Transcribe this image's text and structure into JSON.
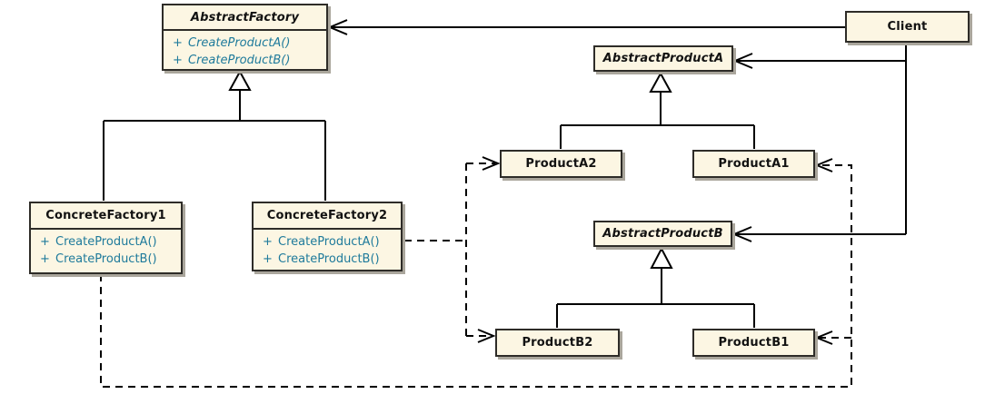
{
  "diagram_type": "uml-class-diagram",
  "colors": {
    "background": "#ffffff",
    "box_fill": "#fcf6e3",
    "box_border": "#2e2c28",
    "method_text": "#1e7a9b",
    "connector": "#000000"
  },
  "classes": {
    "abstract_factory": {
      "name": "AbstractFactory",
      "stereotype": "abstract",
      "methods": [
        {
          "visibility": "+",
          "signature": "CreateProductA()"
        },
        {
          "visibility": "+",
          "signature": "CreateProductB()"
        }
      ]
    },
    "client": {
      "name": "Client"
    },
    "abstract_product_a": {
      "name": "AbstractProductA",
      "stereotype": "abstract"
    },
    "product_a2": {
      "name": "ProductA2"
    },
    "product_a1": {
      "name": "ProductA1"
    },
    "abstract_product_b": {
      "name": "AbstractProductB",
      "stereotype": "abstract"
    },
    "concrete_factory_1": {
      "name": "ConcreteFactory1",
      "methods": [
        {
          "visibility": "+",
          "signature": "CreateProductA()"
        },
        {
          "visibility": "+",
          "signature": "CreateProductB()"
        }
      ]
    },
    "concrete_factory_2": {
      "name": "ConcreteFactory2",
      "methods": [
        {
          "visibility": "+",
          "signature": "CreateProductA()"
        },
        {
          "visibility": "+",
          "signature": "CreateProductB()"
        }
      ]
    },
    "product_b2": {
      "name": "ProductB2"
    },
    "product_b1": {
      "name": "ProductB1"
    }
  },
  "relationships": [
    {
      "from": "ConcreteFactory1",
      "to": "AbstractFactory",
      "type": "generalization"
    },
    {
      "from": "ConcreteFactory2",
      "to": "AbstractFactory",
      "type": "generalization"
    },
    {
      "from": "ProductA2",
      "to": "AbstractProductA",
      "type": "generalization"
    },
    {
      "from": "ProductA1",
      "to": "AbstractProductA",
      "type": "generalization"
    },
    {
      "from": "ProductB2",
      "to": "AbstractProductB",
      "type": "generalization"
    },
    {
      "from": "ProductB1",
      "to": "AbstractProductB",
      "type": "generalization"
    },
    {
      "from": "Client",
      "to": "AbstractFactory",
      "type": "association"
    },
    {
      "from": "Client",
      "to": "AbstractProductA",
      "type": "association"
    },
    {
      "from": "Client",
      "to": "AbstractProductB",
      "type": "association"
    },
    {
      "from": "ConcreteFactory1",
      "to": "ProductA1",
      "type": "dependency"
    },
    {
      "from": "ConcreteFactory1",
      "to": "ProductB1",
      "type": "dependency"
    },
    {
      "from": "ConcreteFactory2",
      "to": "ProductA2",
      "type": "dependency"
    },
    {
      "from": "ConcreteFactory2",
      "to": "ProductB2",
      "type": "dependency"
    }
  ]
}
